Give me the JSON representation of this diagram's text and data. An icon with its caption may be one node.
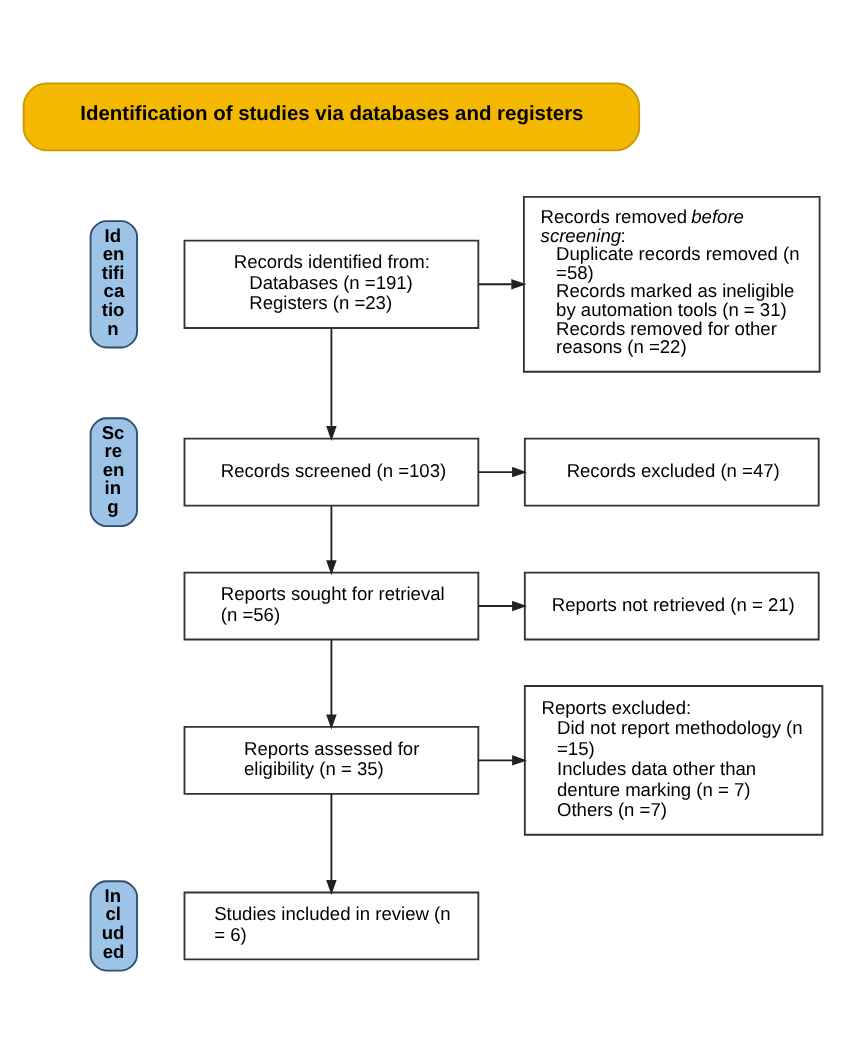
{
  "diagram": {
    "nodes": [
      {
        "text": [
          "Identification of studies via databases and registers"
        ]
      },
      {
        "text": [
          "Id en tifi ca tio n"
        ]
      },
      {
        "text": [
          "Records identified from:",
          "Databases (n =191)",
          "Registers (n =23)"
        ]
      },
      {
        "text": [
          "Records removed *before screening*:",
          "Duplicate records removed (n =58)",
          "Records marked as ineligible by automation tools (n = 31)",
          "Records removed for other reasons (n =22)"
        ]
      },
      {
        "text": [
          "Sc re en in g"
        ]
      },
      {
        "text": [
          "Records screened (n =103)"
        ]
      },
      {
        "text": [
          "Records excluded (n =47)"
        ]
      },
      {
        "text": [
          "Reports sought for retrieval (n =56)"
        ]
      },
      {
        "text": [
          "Reports not retrieved (n = 21)"
        ]
      },
      {
        "text": [
          "Reports assessed for eligibility (n = 35)"
        ]
      },
      {
        "text": [
          "Reports excluded:",
          "Did not report methodology (n =15)",
          "Includes data other than denture marking (n = 7)",
          "Others (n =7)"
        ]
      },
      {
        "text": [
          "In cl ud ed"
        ]
      },
      {
        "text": [
          "Studies included in review (n = 6)"
        ]
      }
    ],
    "edges": [
      {
        "from": 2,
        "to": 3,
        "arrow": "to"
      },
      {
        "from": 2,
        "to": 5,
        "arrow": "to"
      },
      {
        "from": 5,
        "to": 6,
        "arrow": "to"
      },
      {
        "from": 5,
        "to": 7,
        "arrow": "to"
      },
      {
        "from": 7,
        "to": 8,
        "arrow": "to"
      },
      {
        "from": 7,
        "to": 9,
        "arrow": "to"
      },
      {
        "from": 9,
        "to": 10,
        "arrow": "to"
      },
      {
        "from": 9,
        "to": 12,
        "arrow": "to"
      }
    ]
  }
}
